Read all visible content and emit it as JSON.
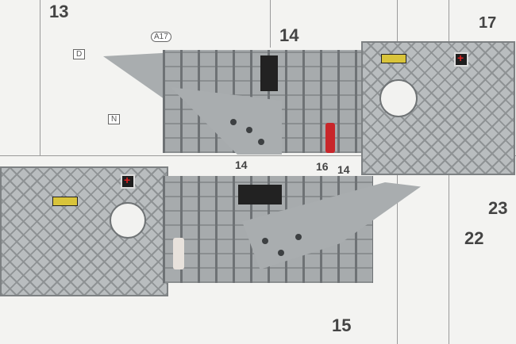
{
  "instruction_sheet": {
    "step_numbers": [
      "13",
      "14",
      "17",
      "23",
      "22",
      "15"
    ],
    "part_labels": [
      "A17",
      "D",
      "N"
    ],
    "callouts": [
      "14",
      "16",
      "14"
    ]
  },
  "colors": {
    "panel": "#b9bdbf",
    "extinguisher": "#c8262a",
    "sheet": "#f3f3f1"
  }
}
